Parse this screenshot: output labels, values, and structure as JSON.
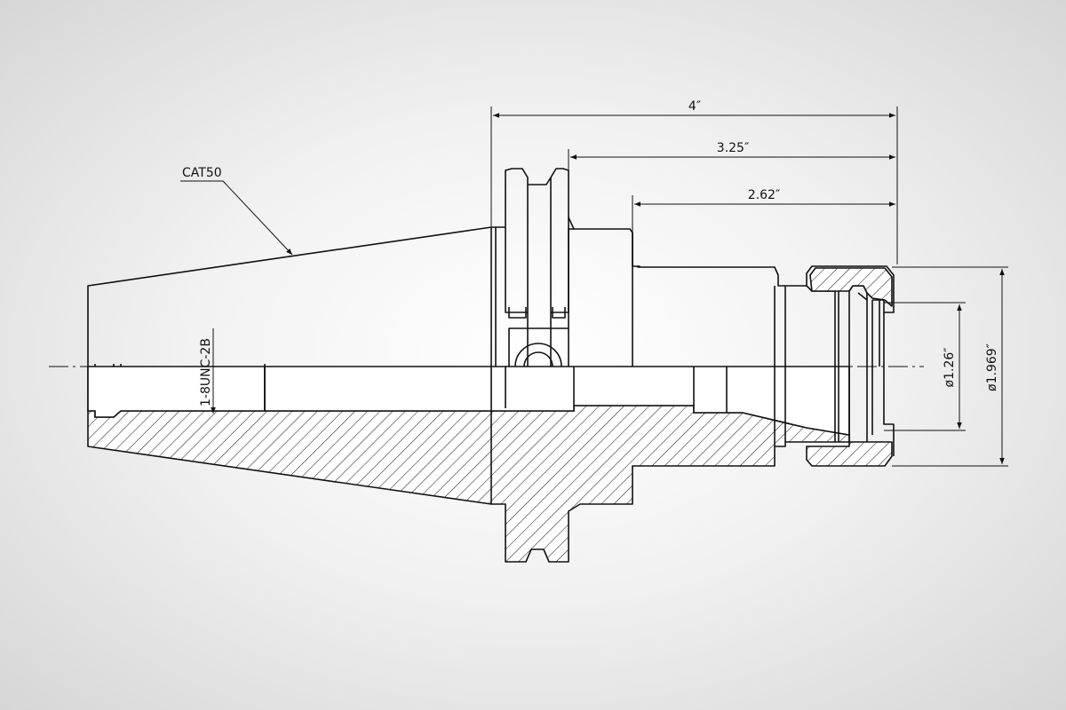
{
  "dimensions": {
    "overall_length": "4″",
    "gauge_to_face": "3.25″",
    "body_length": "2.62″",
    "inner_diameter": "ø1.26″",
    "outer_diameter": "ø1.969″"
  },
  "labels": {
    "taper": "CAT50",
    "thread": "1-8UNC-2B"
  }
}
